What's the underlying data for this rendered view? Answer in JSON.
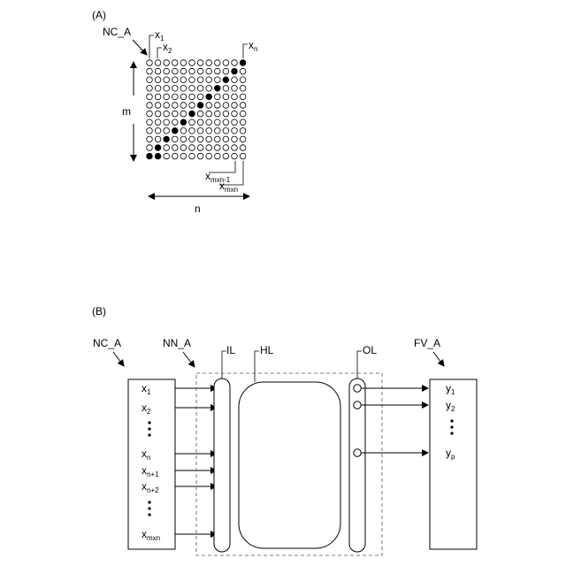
{
  "panel_a": {
    "label": "(A)",
    "array_label": "NC_A",
    "rows_label": "m",
    "cols_label": "n",
    "callouts": {
      "x1": {
        "base": "x",
        "sub": "1"
      },
      "x2": {
        "base": "x",
        "sub": "2"
      },
      "xn": {
        "base": "x",
        "sub": "n"
      },
      "xmn_1": {
        "base": "x",
        "sub": "mxn-1"
      },
      "xmn": {
        "base": "x",
        "sub": "mxn"
      }
    },
    "grid": {
      "rows": 12,
      "cols": 12
    }
  },
  "panel_b": {
    "label": "(B)",
    "input_block_label": "NC_A",
    "network_label": "NN_A",
    "input_layer_label": "IL",
    "hidden_layer_label": "HL",
    "output_layer_label": "OL",
    "output_block_label": "FV_A",
    "inputs": [
      {
        "base": "x",
        "sub": "1"
      },
      {
        "base": "x",
        "sub": "2"
      },
      {
        "base": "x",
        "sub": "n"
      },
      {
        "base": "x",
        "sub": "n+1"
      },
      {
        "base": "x",
        "sub": "n+2"
      },
      {
        "base": "x",
        "sub": "mxn"
      }
    ],
    "outputs": [
      {
        "base": "y",
        "sub": "1"
      },
      {
        "base": "y",
        "sub": "2"
      },
      {
        "base": "y",
        "sub": "p"
      }
    ]
  }
}
